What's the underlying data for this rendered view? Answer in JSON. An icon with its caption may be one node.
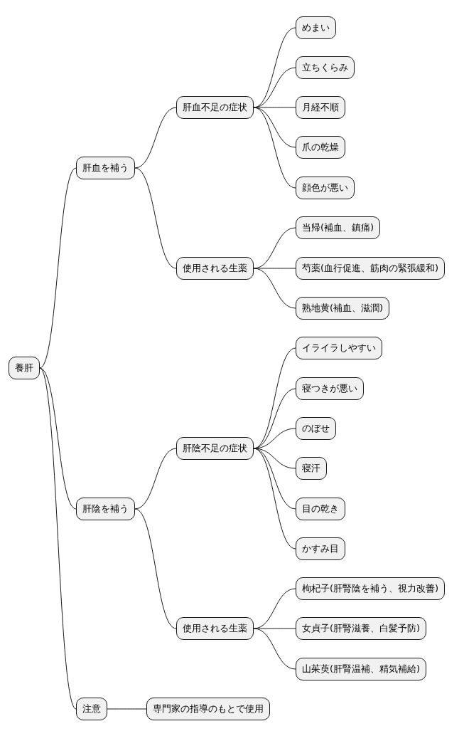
{
  "diagram": {
    "nodes": [
      {
        "text": [
          "養肝"
        ]
      },
      {
        "text": [
          "肝血を補う"
        ]
      },
      {
        "text": [
          "肝血不足の症状"
        ]
      },
      {
        "text": [
          "めまい"
        ]
      },
      {
        "text": [
          "立ちくらみ"
        ]
      },
      {
        "text": [
          "月経不順"
        ]
      },
      {
        "text": [
          "爪の乾燥"
        ]
      },
      {
        "text": [
          "顔色が悪い"
        ]
      },
      {
        "text": [
          "使用される生薬"
        ]
      },
      {
        "text": [
          "当帰(補血、鎮痛)"
        ]
      },
      {
        "text": [
          "芍薬(血行促進、筋肉の緊張緩和)"
        ]
      },
      {
        "text": [
          "熟地黄(補血、滋潤)"
        ]
      },
      {
        "text": [
          "肝陰を補う"
        ]
      },
      {
        "text": [
          "肝陰不足の症状"
        ]
      },
      {
        "text": [
          "イライラしやすい"
        ]
      },
      {
        "text": [
          "寝つきが悪い"
        ]
      },
      {
        "text": [
          "のぼせ"
        ]
      },
      {
        "text": [
          "寝汗"
        ]
      },
      {
        "text": [
          "目の乾き"
        ]
      },
      {
        "text": [
          "かすみ目"
        ]
      },
      {
        "text": [
          "使用される生薬"
        ]
      },
      {
        "text": [
          "枸杞子(肝腎陰を補う、視力改善)"
        ]
      },
      {
        "text": [
          "女貞子(肝腎滋養、白髪予防)"
        ]
      },
      {
        "text": [
          "山茱萸(肝腎温補、精気補給)"
        ]
      },
      {
        "text": [
          "注意"
        ]
      },
      {
        "text": [
          "専門家の指導のもとで使用"
        ]
      }
    ],
    "edges": [
      {
        "from": 0,
        "to": 1,
        "arrow": "none"
      },
      {
        "from": 1,
        "to": 2,
        "arrow": "none"
      },
      {
        "from": 2,
        "to": 3,
        "arrow": "none"
      },
      {
        "from": 2,
        "to": 4,
        "arrow": "none"
      },
      {
        "from": 2,
        "to": 5,
        "arrow": "none"
      },
      {
        "from": 2,
        "to": 6,
        "arrow": "none"
      },
      {
        "from": 2,
        "to": 7,
        "arrow": "none"
      },
      {
        "from": 1,
        "to": 8,
        "arrow": "none"
      },
      {
        "from": 8,
        "to": 9,
        "arrow": "none"
      },
      {
        "from": 8,
        "to": 10,
        "arrow": "none"
      },
      {
        "from": 8,
        "to": 11,
        "arrow": "none"
      },
      {
        "from": 0,
        "to": 12,
        "arrow": "none"
      },
      {
        "from": 12,
        "to": 13,
        "arrow": "none"
      },
      {
        "from": 13,
        "to": 14,
        "arrow": "none"
      },
      {
        "from": 13,
        "to": 15,
        "arrow": "none"
      },
      {
        "from": 13,
        "to": 16,
        "arrow": "none"
      },
      {
        "from": 13,
        "to": 17,
        "arrow": "none"
      },
      {
        "from": 13,
        "to": 18,
        "arrow": "none"
      },
      {
        "from": 13,
        "to": 19,
        "arrow": "none"
      },
      {
        "from": 12,
        "to": 20,
        "arrow": "none"
      },
      {
        "from": 20,
        "to": 21,
        "arrow": "none"
      },
      {
        "from": 20,
        "to": 22,
        "arrow": "none"
      },
      {
        "from": 20,
        "to": 23,
        "arrow": "none"
      },
      {
        "from": 0,
        "to": 24,
        "arrow": "none"
      },
      {
        "from": 24,
        "to": 25,
        "arrow": "none"
      }
    ]
  }
}
